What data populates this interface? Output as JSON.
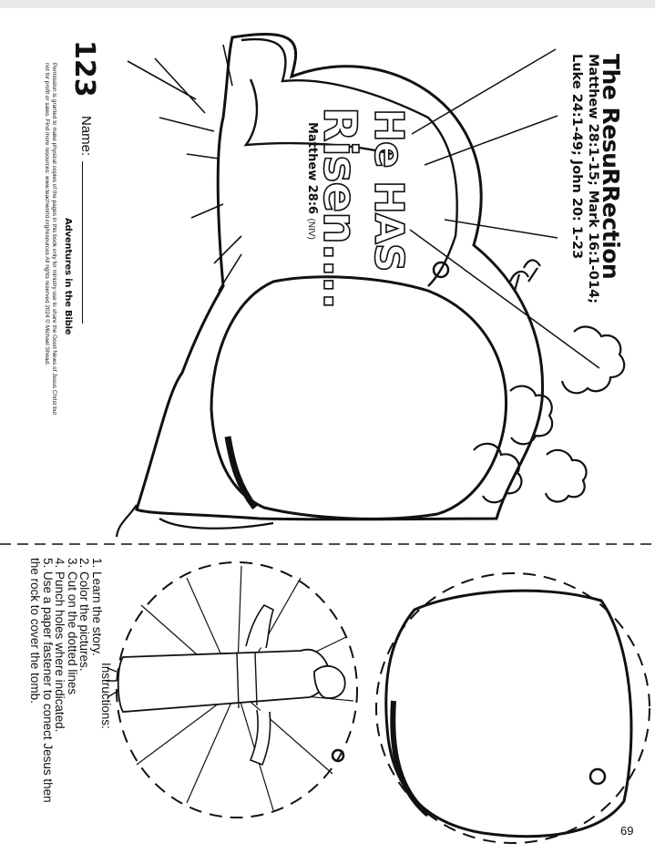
{
  "header": {
    "title": "The ResuRRection",
    "references": [
      "Matthew 28:1-15; Mark 16:1-014;",
      "Luke 24:1-49; John 20: 1-23"
    ]
  },
  "tomb": {
    "heading_line1": "He HAS",
    "heading_line2": "Risen....",
    "verse": "Matthew 28:6",
    "verse_version": "(NIV)"
  },
  "footer": {
    "page_label": "123",
    "name_label": "Name:",
    "brand": "Adventures in the Bible",
    "permission": "Permission is granted to make physical copies of the pages in this book only for ministry use to share the Good News of Jesus Christ but\nnot for profit or sales. Find more resources: www.teachworld.org/resources All rights reserved 2024 © Michael Shead."
  },
  "instructions": {
    "title": "Instructions:",
    "steps": "1. Learn the story.\n2. Color the pictures.\n3. Cut on the dotted lines\n4. Punch holes where indicated.\n5. Use a paper fastener to conect Jesus then\nthe rock to cover the tomb."
  },
  "page_number": "69"
}
